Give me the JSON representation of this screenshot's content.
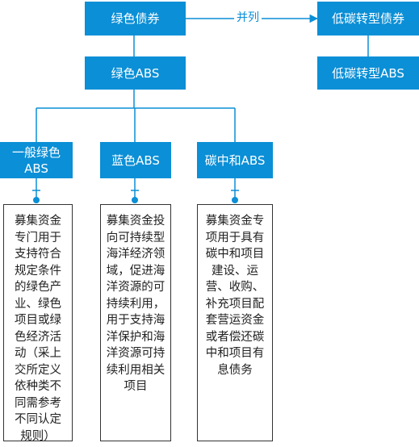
{
  "nodes": {
    "green_bond": "绿色债券",
    "low_carbon_bond": "低碳转型债券",
    "green_abs": "绿色ABS",
    "low_carbon_abs": "低碳转型ABS",
    "general_green_abs": "一般绿色ABS",
    "blue_abs": "蓝色ABS",
    "carbon_neutral_abs": "碳中和ABS"
  },
  "edge_labels": {
    "parallel": "并列"
  },
  "descriptions": {
    "general_green_abs": "募集资金专门用于支持符合规定条件的绿色产业、绿色项目或绿色经济活动（采上交所定义依种类不同需参考不同认定规则）",
    "blue_abs": "募集资金投向可持续型海洋经济领域，促进海洋资源的可持续利用，用于支持海洋保护和海洋资源可持续利用相关项目",
    "carbon_neutral_abs": "募集资金专项用于具有碳中和项目建设、运营、收购、补充项目配套营运资金或者偿还碳中和项目有息债务"
  },
  "colors": {
    "node_fill": "#0b8fd6",
    "connector": "#0b8fd6",
    "desc_border": "#333333"
  }
}
